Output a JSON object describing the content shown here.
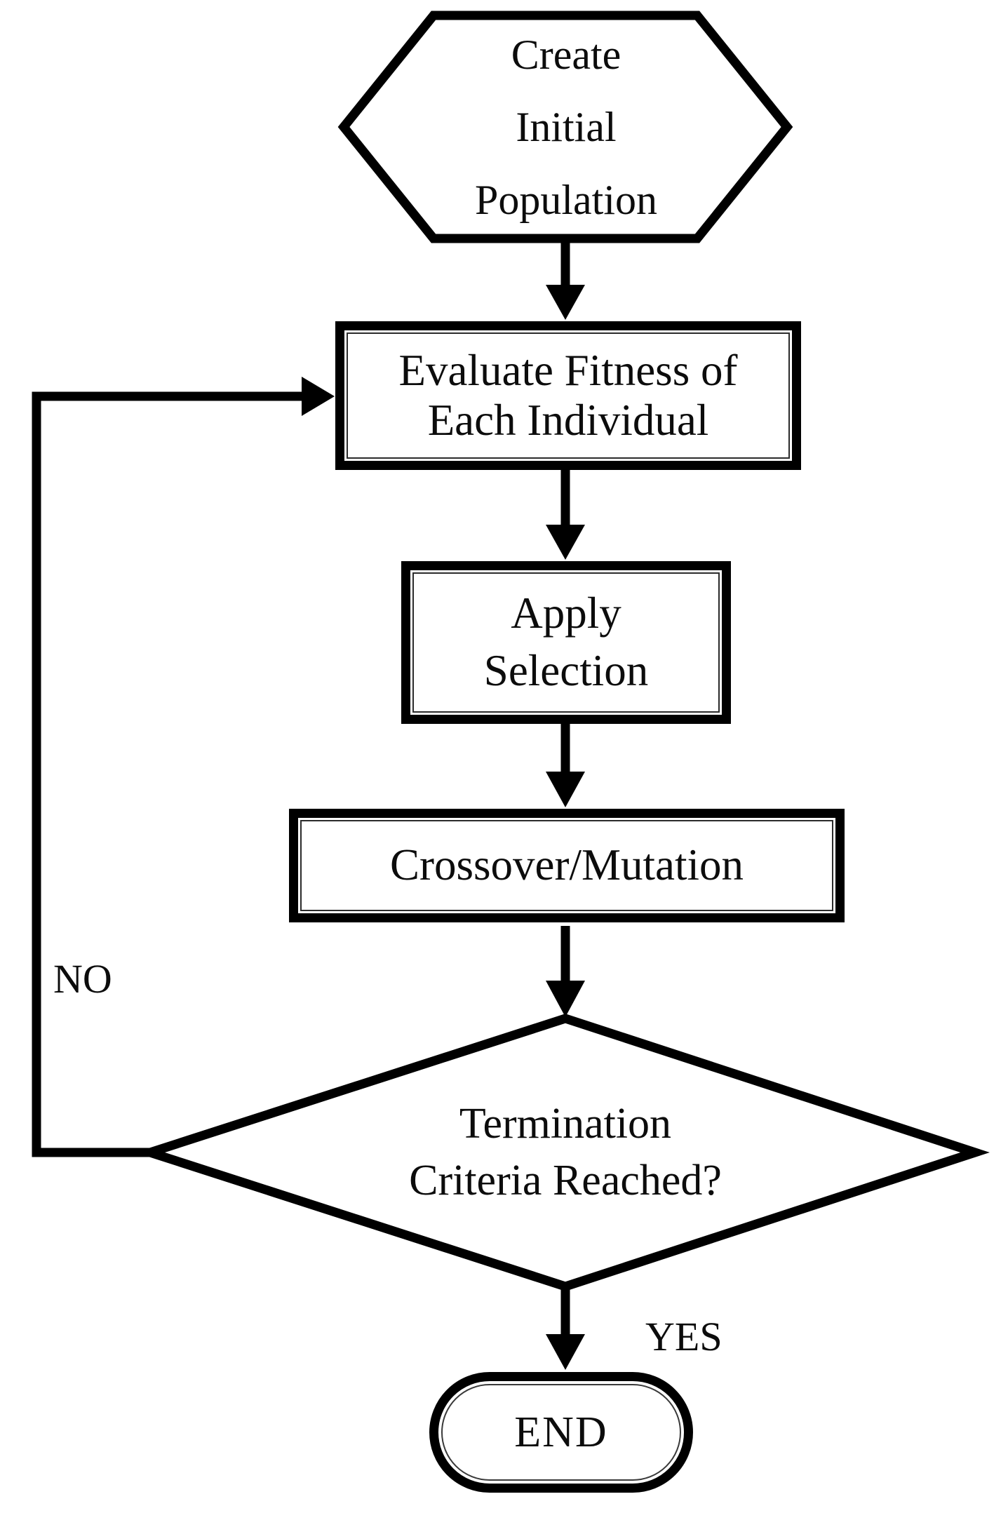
{
  "figure": {
    "background": "#ffffff",
    "ink": "#000000",
    "text_color": "#0c0c0c"
  },
  "nodes": {
    "start": {
      "type": "hexagon",
      "label": "Create\nInitial\nPopulation"
    },
    "evaluate": {
      "type": "process",
      "label": "Evaluate Fitness of\nEach Individual"
    },
    "selection": {
      "type": "process",
      "label": "Apply\nSelection"
    },
    "crossover": {
      "type": "process",
      "label": "Crossover/Mutation"
    },
    "decision": {
      "type": "decision",
      "label": "Termination\nCriteria Reached?"
    },
    "end": {
      "type": "terminator",
      "label": "END"
    }
  },
  "edges": [
    {
      "from": "start",
      "to": "evaluate",
      "label": ""
    },
    {
      "from": "evaluate",
      "to": "selection",
      "label": ""
    },
    {
      "from": "selection",
      "to": "crossover",
      "label": ""
    },
    {
      "from": "crossover",
      "to": "decision",
      "label": ""
    },
    {
      "from": "decision",
      "to": "end",
      "label": "YES"
    },
    {
      "from": "decision",
      "to": "evaluate",
      "label": "NO"
    }
  ]
}
